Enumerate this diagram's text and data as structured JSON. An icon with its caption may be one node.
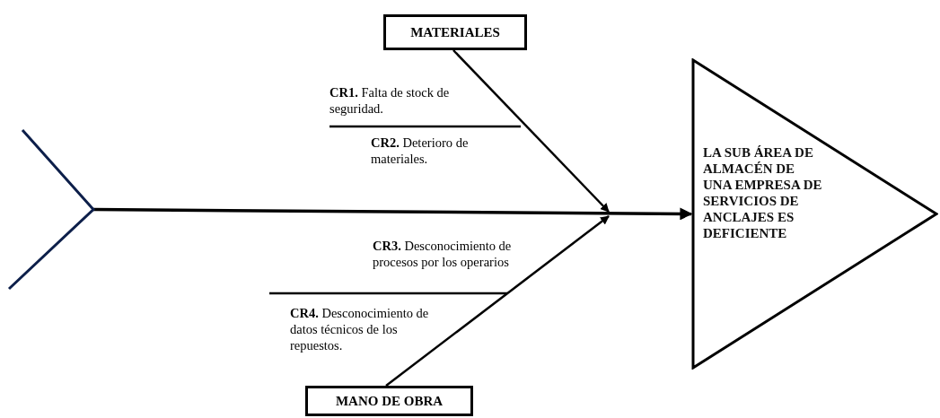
{
  "diagram": {
    "nodes": [
      {
        "text": [
          "MATERIALES"
        ]
      },
      {
        "text": [
          "MANO DE OBRA"
        ]
      },
      {
        "text": [
          "LA SUB ÁREA DE ALMACÉN DE UNA EMPRESA DE SERVICIOS DE ANCLAJES ES DEFICIENTE"
        ]
      },
      {
        "text": [],
        "shape": "chevron"
      }
    ],
    "edges": [
      {
        "from": 0,
        "to": null,
        "arrow": "to"
      },
      {
        "from": 1,
        "to": null,
        "arrow": "to"
      },
      {
        "from": 3,
        "to": 2,
        "arrow": "to"
      }
    ],
    "labels": [
      "**CR1.** Falta de stock de seguridad.",
      "**CR2.** Deterioro de materiales.",
      "**CR3.** Desconocimiento de procesos por los operarios",
      "**CR4.** Desconocimiento de datos técnicos de los repuestos."
    ]
  }
}
